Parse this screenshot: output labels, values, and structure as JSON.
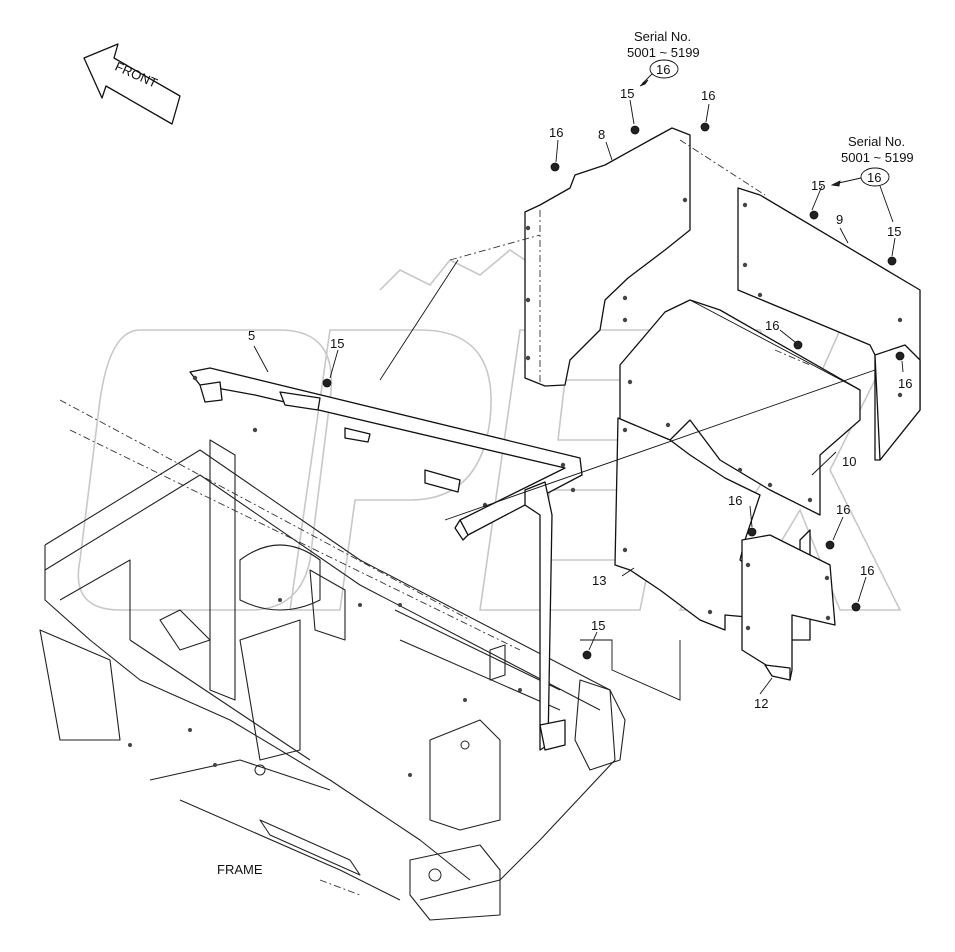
{
  "diagram": {
    "front_label": "FRONT",
    "frame_label": "FRAME",
    "serial_note_top": {
      "line1": "Serial No.",
      "line2": "5001 ~ 5199",
      "part": "16"
    },
    "serial_note_right": {
      "line1": "Serial No.",
      "line2": "5001 ~ 5199",
      "part": "16"
    },
    "part_callouts": [
      {
        "id": "callout-8",
        "text": "8"
      },
      {
        "id": "callout-9",
        "text": "9"
      },
      {
        "id": "callout-5",
        "text": "5"
      },
      {
        "id": "callout-10",
        "text": "10"
      },
      {
        "id": "callout-12",
        "text": "12"
      },
      {
        "id": "callout-13",
        "text": "13"
      },
      {
        "id": "callout-15a",
        "text": "15"
      },
      {
        "id": "callout-15b",
        "text": "15"
      },
      {
        "id": "callout-15c",
        "text": "15"
      },
      {
        "id": "callout-15d",
        "text": "15"
      },
      {
        "id": "callout-15e",
        "text": "15"
      },
      {
        "id": "callout-16a",
        "text": "16"
      },
      {
        "id": "callout-16b",
        "text": "16"
      },
      {
        "id": "callout-16c",
        "text": "16"
      },
      {
        "id": "callout-16d",
        "text": "16"
      },
      {
        "id": "callout-16e",
        "text": "16"
      },
      {
        "id": "callout-16f",
        "text": "16"
      },
      {
        "id": "callout-16g",
        "text": "16"
      }
    ]
  }
}
